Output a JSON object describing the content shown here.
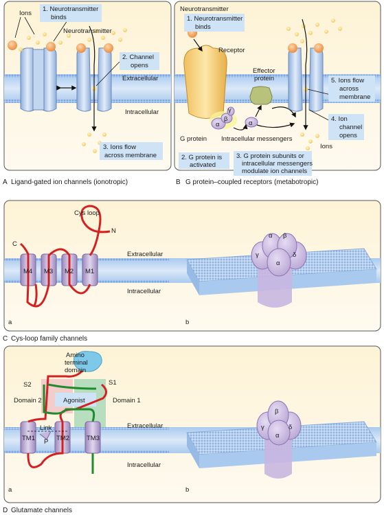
{
  "panelA": {
    "ions": "Ions",
    "step1_line1": "1. Neurotransmitter",
    "step1_line2": "binds",
    "neurotransmitter": "Neurotransmitter",
    "step2_line1": "2. Channel",
    "step2_line2": "opens",
    "extracellular": "Extracellular",
    "intracellular": "Intracellular",
    "step3_line1": "3. Ions flow",
    "step3_line2": "across membrane",
    "caption_letter": "A",
    "caption": "Ligand-gated ion channels (ionotropic)"
  },
  "panelB": {
    "neurotransmitter": "Neurotransmitter",
    "step1_line1": "1. Neurotransmitter",
    "step1_line2": "binds",
    "receptor": "Receptor",
    "effector_line1": "Effector",
    "effector_line2": "protein",
    "step5_line1": "5. Ions flow",
    "step5_line2": "across",
    "step5_line3": "membrane",
    "alpha": "α",
    "beta": "β",
    "gamma": "γ",
    "g_protein": "G protein",
    "messengers": "Intracellular messengers",
    "step4_line1": "4. Ion",
    "step4_line2": "channel",
    "step4_line3": "opens",
    "ions": "Ions",
    "step2_line1": "2. G protein is",
    "step2_line2": "activated",
    "step3_line1": "3. G protein subunits or",
    "step3_line2": "intracellular messengers",
    "step3_line3": "modulate ion channels",
    "caption_letter": "B",
    "caption": "G protein–coupled receptors (metabotropic)"
  },
  "panelC": {
    "cys_loop": "Cys loop",
    "n": "N",
    "c": "C",
    "extracellular": "Extracellular",
    "intracellular": "Intracellular",
    "m4": "M4",
    "m3": "M3",
    "m2": "M2",
    "m1": "M1",
    "alpha": "α",
    "beta": "β",
    "gamma": "γ",
    "delta": "δ",
    "sub_a": "a",
    "sub_b": "b",
    "caption_letter": "C",
    "caption": "Cys-loop family channels"
  },
  "panelD": {
    "amino_line1": "Amino",
    "amino_line2": "terminal",
    "amino_line3": "domain",
    "s2": "S2",
    "s1": "S1",
    "domain2": "Domain 2",
    "domain1": "Domain 1",
    "agonist": "Agonist",
    "extracellular": "Extracellular",
    "intracellular": "Intracellular",
    "link": "Link",
    "p": "P",
    "tm1": "TM1",
    "tm2": "TM2",
    "tm3": "TM3",
    "alpha": "α",
    "beta": "β",
    "gamma": "γ",
    "delta": "δ",
    "sub_a": "a",
    "sub_b": "b",
    "caption_letter": "D",
    "caption": "Glutamate channels"
  }
}
